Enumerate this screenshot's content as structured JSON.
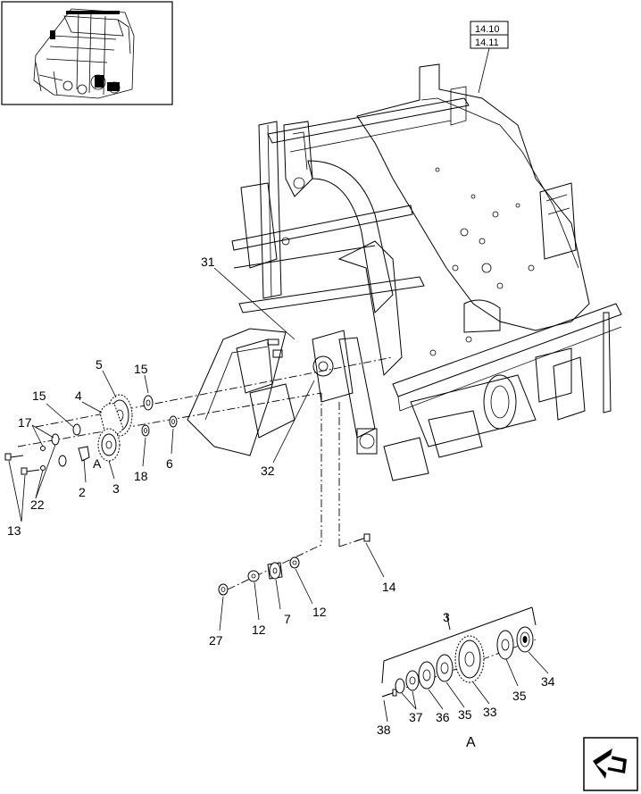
{
  "refs": {
    "top": "14.10",
    "bottom": "14.11"
  },
  "callouts": {
    "c31": "31",
    "c5": "5",
    "c15a": "15",
    "c15b": "15",
    "c4": "4",
    "c17": "17",
    "cA": "A",
    "c3": "3",
    "c18": "18",
    "c6": "6",
    "c2": "2",
    "c22": "22",
    "c13": "13",
    "c32": "32",
    "c14": "14",
    "c12a": "12",
    "c12b": "12",
    "c7": "7",
    "c27": "27",
    "c3b": "3",
    "c34": "34",
    "c35a": "35",
    "c35b": "35",
    "c33": "33",
    "c36": "36",
    "c37": "37",
    "c38": "38",
    "cA2": "A"
  },
  "icons": {
    "nav": "next-page-arrow-icon",
    "thumb": "machine-overview-thumbnail"
  }
}
